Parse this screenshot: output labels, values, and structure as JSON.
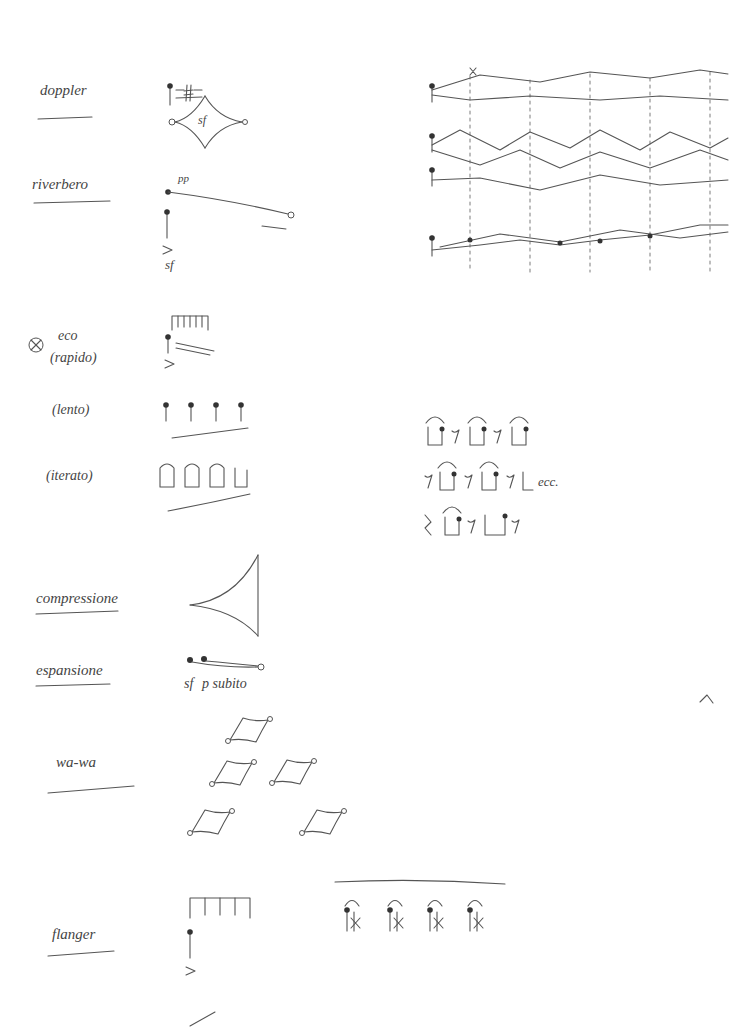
{
  "diagram": {
    "labels": [
      "doppler",
      "sf",
      "riverbero",
      "pp",
      "sf",
      "eco",
      "(rapido)",
      "(lento)",
      "(iterato)",
      "ecc.",
      "compressione",
      "espansione",
      "sf",
      "p subito",
      "wa-wa",
      "flanger"
    ]
  }
}
